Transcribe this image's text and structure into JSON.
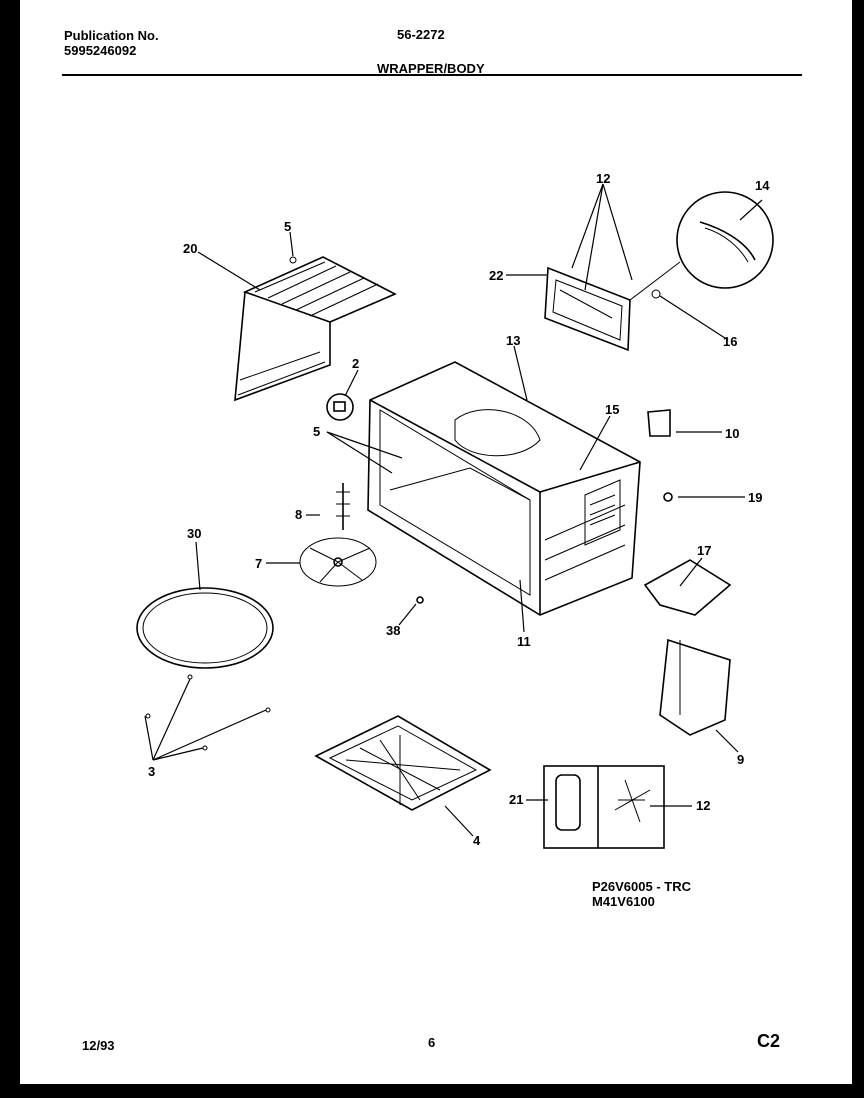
{
  "header": {
    "publication_label": "Publication No.",
    "publication_number": "5995246092",
    "model_code": "56-2272",
    "section_title": "WRAPPER/BODY"
  },
  "callouts": [
    "20",
    "5",
    "12",
    "14",
    "22",
    "16",
    "2",
    "13",
    "15",
    "10",
    "5",
    "19",
    "8",
    "30",
    "7",
    "17",
    "38",
    "11",
    "9",
    "3",
    "21",
    "12",
    "4"
  ],
  "model_numbers": [
    "P26V6005 - TRC",
    "M41V6100"
  ],
  "footer": {
    "date": "12/93",
    "page_number": "6",
    "code": "C2"
  }
}
